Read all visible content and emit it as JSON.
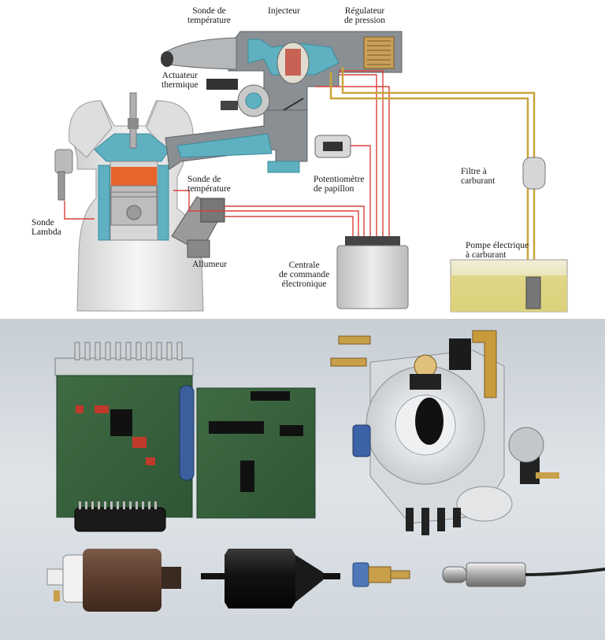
{
  "labels": {
    "sonde_temp_top": "Sonde de\ntempérature",
    "injecteur": "Injecteur",
    "regulateur": "Régulateur\nde pression",
    "actuateur": "Actuateur\nthermique",
    "sonde_temp_mid": "Sonde de\ntempérature",
    "potentiometre": "Potentiomètre\nde papillon",
    "filtre": "Filtre à\ncarburant",
    "sonde_lambda": "Sonde\nLambda",
    "allumeur": "Allumeur",
    "pompe": "Pompe électrique\nà carburant",
    "centrale": "Centrale\nde commande\nélectronique"
  },
  "colors": {
    "coolant": "#5fb0c0",
    "metal": "#8a8f93",
    "piston_hot": "#e8642a",
    "signal_wire": "#d9423a",
    "fuel_line": "#c9a53a",
    "fuel": "#dcd27a",
    "engine": "#e9e9e9",
    "photo_bg": "#d3d9de"
  }
}
